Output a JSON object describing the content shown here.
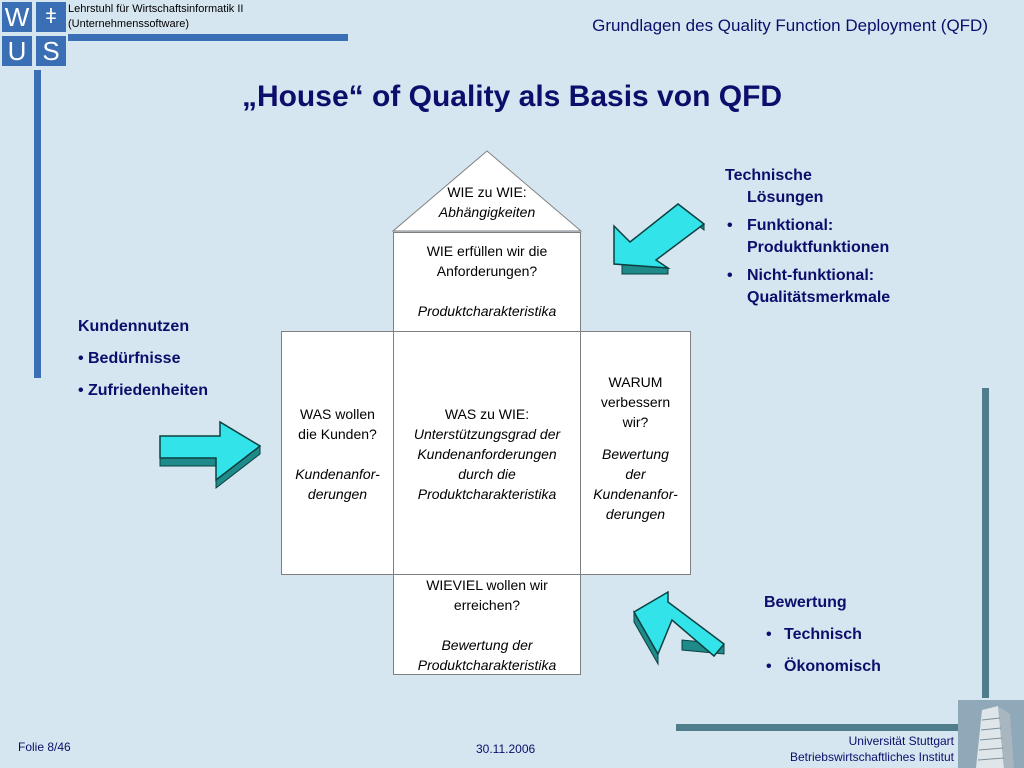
{
  "header": {
    "logo_letters": [
      "W",
      "U",
      "S"
    ],
    "chair_line1": "Lehrstuhl für Wirtschaftsinformatik II",
    "chair_line2": "(Unternehmenssoftware)",
    "course_title": "Grundlagen des Quality Function Deployment (QFD)"
  },
  "slide_title": "„House“ of Quality als Basis von QFD",
  "house": {
    "roof": {
      "line1": "WIE zu WIE:",
      "line2": "Abhängigkeiten"
    },
    "how": {
      "line1": "WIE erfüllen wir die",
      "line2": "Anforderungen?",
      "line3": "Produktcharakteristika"
    },
    "what": {
      "line1": "WAS wollen",
      "line2": "die Kunden?",
      "line3": "Kundenanfor-",
      "line4": "derungen"
    },
    "matrix": {
      "line1": "WAS zu WIE:",
      "line2": "Unterstützungsgrad der",
      "line3": "Kundenanforderungen",
      "line4": "durch die",
      "line5": "Produktcharakteristika"
    },
    "why": {
      "line1": "WARUM",
      "line2": "verbessern",
      "line3": "wir?",
      "line4": "Bewertung",
      "line5": "der",
      "line6": "Kundenanfor-",
      "line7": "derungen"
    },
    "howmuch": {
      "line1": "WIEVIEL wollen wir",
      "line2": "erreichen?",
      "line3": "Bewertung der",
      "line4": "Produktcharakteristika"
    }
  },
  "technical": {
    "heading1": "Technische",
    "heading2": "Lösungen",
    "items": [
      {
        "line1": "Funktional:",
        "line2": "Produktfunktionen"
      },
      {
        "line1": "Nicht-funktional:",
        "line2": "Qualitätsmerkmale"
      }
    ]
  },
  "customer": {
    "heading": "Kundennutzen",
    "items": [
      "Bedürfnisse",
      "Zufriedenheiten"
    ]
  },
  "evaluation": {
    "heading": "Bewertung",
    "items": [
      "Technisch",
      "Ökonomisch"
    ]
  },
  "footer": {
    "slide_number": "Folie 8/46",
    "date": "30.11.2006",
    "uni_line1": "Universität Stuttgart",
    "uni_line2": "Betriebswirtschaftliches Institut"
  },
  "colors": {
    "accent_blue": "#3a6fb5",
    "arrow_cyan": "#33e3ea",
    "arrow_dark": "#1e8a8a",
    "teal_bar": "#4f7d8c"
  }
}
